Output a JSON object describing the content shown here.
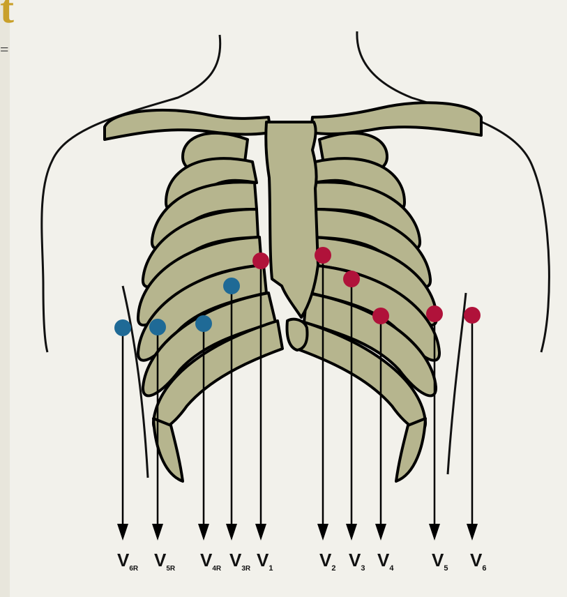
{
  "colors": {
    "background": "#f2f1eb",
    "bone": "#b6b58e",
    "right_sided_electrode": "#1f6a96",
    "standard_electrode": "#b0123a",
    "corner_glyph": "#c9a02a"
  },
  "corner": {
    "glyph": "t",
    "mark": "="
  },
  "leads": [
    {
      "id": "V6R",
      "main": "V",
      "sub": "6R",
      "side": "right"
    },
    {
      "id": "V5R",
      "main": "V",
      "sub": "5R",
      "side": "right"
    },
    {
      "id": "V4R",
      "main": "V",
      "sub": "4R",
      "side": "right"
    },
    {
      "id": "V3R",
      "main": "V",
      "sub": "3R",
      "side": "right"
    },
    {
      "id": "V1",
      "main": "V",
      "sub": "1",
      "side": "standard"
    },
    {
      "id": "V2",
      "main": "V",
      "sub": "2",
      "side": "standard"
    },
    {
      "id": "V3",
      "main": "V",
      "sub": "3",
      "side": "standard"
    },
    {
      "id": "V4",
      "main": "V",
      "sub": "4",
      "side": "standard"
    },
    {
      "id": "V5",
      "main": "V",
      "sub": "5",
      "side": "standard"
    },
    {
      "id": "V6",
      "main": "V",
      "sub": "6",
      "side": "standard"
    }
  ]
}
